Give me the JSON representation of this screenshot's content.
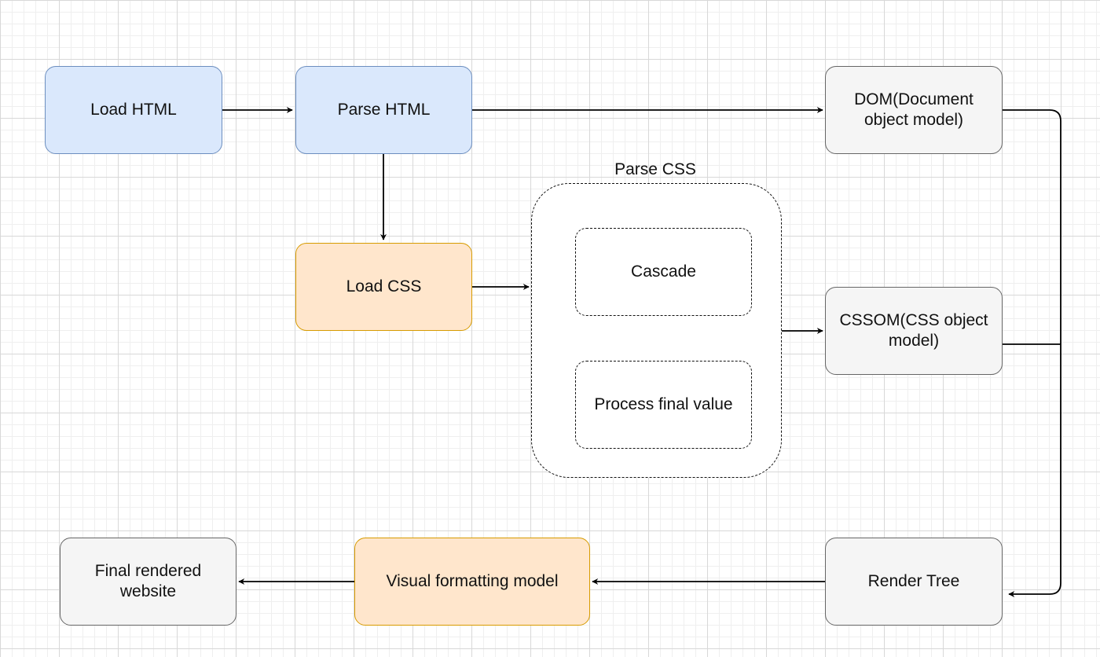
{
  "diagram": {
    "nodes": {
      "load_html": "Load HTML",
      "parse_html": "Parse HTML",
      "dom": "DOM(Document object model)",
      "load_css": "Load CSS",
      "parse_css_group": "Parse CSS",
      "cascade": "Cascade",
      "process_final_value": "Process final value",
      "cssom": "CSSOM(CSS object model)",
      "render_tree": "Render Tree",
      "visual_formatting_model": "Visual formatting model",
      "final_rendered_website": "Final rendered website"
    },
    "edges": [
      {
        "from": "load_html",
        "to": "parse_html"
      },
      {
        "from": "parse_html",
        "to": "dom"
      },
      {
        "from": "parse_html",
        "to": "load_css"
      },
      {
        "from": "load_css",
        "to": "parse_css_group"
      },
      {
        "from": "parse_css_group",
        "to": "cssom"
      },
      {
        "from": "dom",
        "to": "render_tree"
      },
      {
        "from": "cssom",
        "to": "render_tree"
      },
      {
        "from": "render_tree",
        "to": "visual_formatting_model"
      },
      {
        "from": "visual_formatting_model",
        "to": "final_rendered_website"
      }
    ],
    "colors": {
      "blue_fill": "#dae8fc",
      "blue_stroke": "#6c8ebf",
      "orange_fill": "#ffe6cc",
      "orange_stroke": "#d79b00",
      "gray_fill": "#f5f5f5",
      "gray_stroke": "#666666"
    }
  }
}
